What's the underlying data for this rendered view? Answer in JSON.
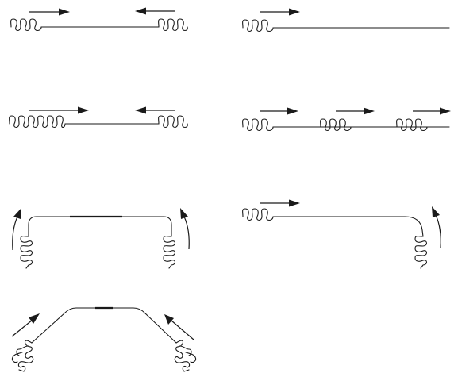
{
  "figure": {
    "panels": [
      {
        "id": "panel-a",
        "description_shown": false
      },
      {
        "id": "panel-b",
        "description_shown": false
      },
      {
        "id": "panel-c",
        "description_shown": false
      },
      {
        "id": "panel-d",
        "description_shown": false
      },
      {
        "id": "panel-e",
        "description_shown": false
      },
      {
        "id": "panel-f",
        "description_shown": false
      },
      {
        "id": "panel-g",
        "description_shown": false
      }
    ],
    "colors": {
      "ink": "#1a1a1a",
      "background": "#ffffff"
    }
  }
}
